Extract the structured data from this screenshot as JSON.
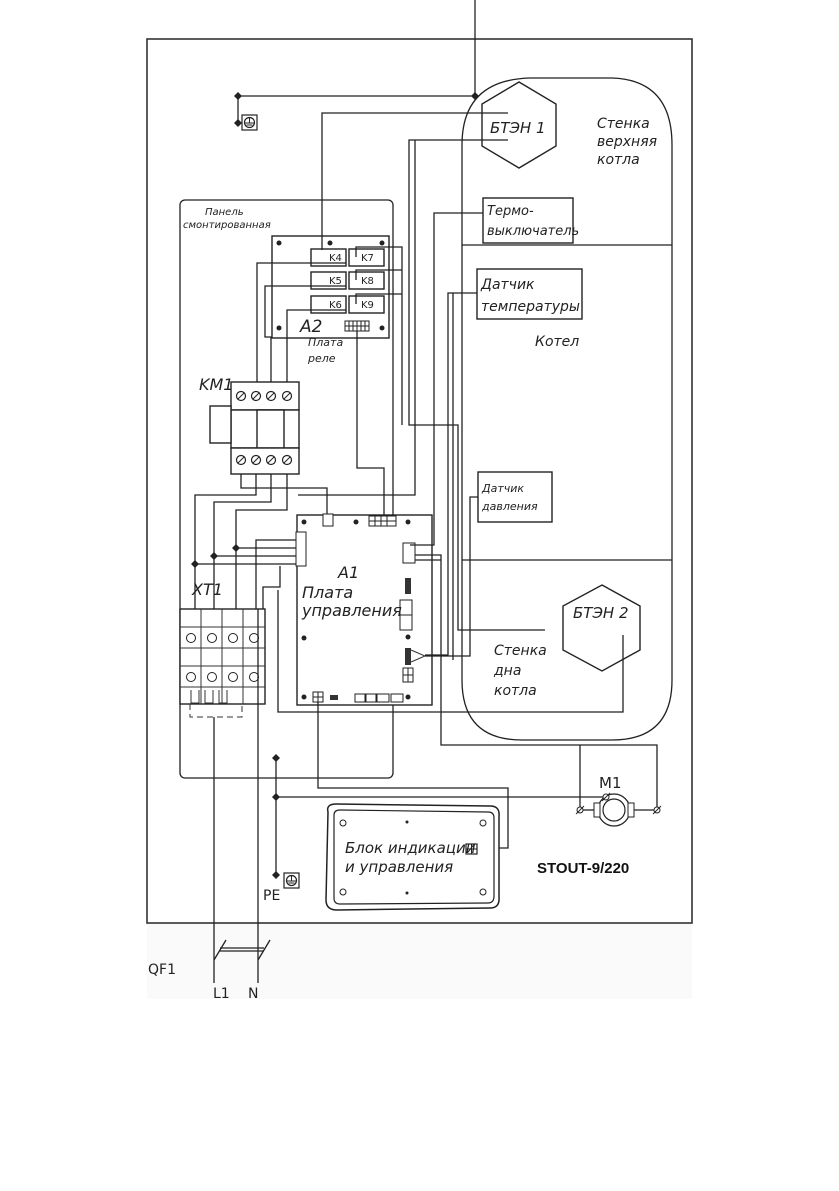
{
  "diagram": {
    "model": "STOUT-9/220",
    "colors": {
      "line": "#222222",
      "background": "#ffffff",
      "outer_area": "#fafafa"
    },
    "boiler": {
      "top_wall_label": [
        "Стенка",
        "верхняя",
        "котла"
      ],
      "middle_label": "Котел",
      "bottom_wall_label": [
        "Стенка",
        "дна",
        "котла"
      ]
    },
    "heaters": {
      "heater1": "БТЭН 1",
      "heater2": "БТЭН 2"
    },
    "sensors": {
      "thermoswitch": [
        "Термо-",
        "выключатель"
      ],
      "temp_sensor": [
        "Датчик",
        "температуры"
      ],
      "pressure_sensor": [
        "Датчик",
        "давления"
      ]
    },
    "panel": {
      "label": [
        "Панель",
        "смонтированная"
      ]
    },
    "relay_board": {
      "id": "A2",
      "label": [
        "Плата",
        "реле"
      ],
      "relays": [
        "K4",
        "K7",
        "K5",
        "K8",
        "K6",
        "K9"
      ]
    },
    "contactor": {
      "id": "KM1"
    },
    "terminal_block": {
      "id": "XT1"
    },
    "control_board": {
      "id": "A1",
      "label": [
        "Плата",
        "управления"
      ]
    },
    "display_unit": {
      "label": [
        "Блок индикации",
        "и управления"
      ]
    },
    "motor": {
      "id": "M1"
    },
    "ground": {
      "label": "PE"
    },
    "breaker": {
      "id": "QF1",
      "inputs": [
        "L1",
        "N"
      ]
    },
    "icons": [
      "ground-icon",
      "screw-terminal-icon",
      "connector-icon",
      "motor-icon",
      "switch-icon"
    ]
  }
}
